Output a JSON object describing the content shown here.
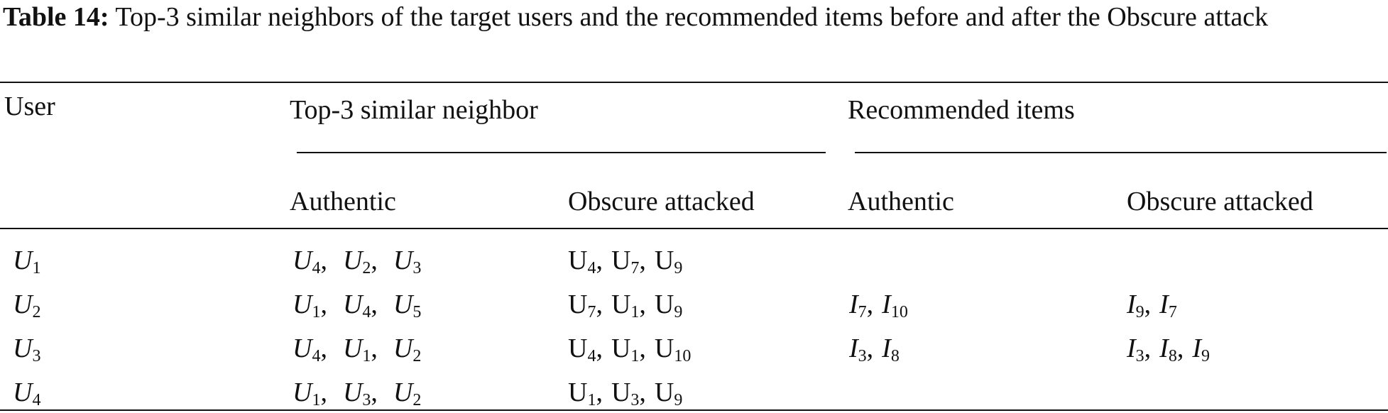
{
  "caption": {
    "label": "Table 14:",
    "text": "Top-3 similar neighbors of the target users and the recommended items before and after the Obscure attack"
  },
  "headers": {
    "user": "User",
    "neighbor_group": "Top-3 similar neighbor",
    "items_group": "Recommended items",
    "authentic_1": "Authentic",
    "obscure_1": "Obscure attacked",
    "authentic_2": "Authentic",
    "obscure_2": "Obscure attacked"
  },
  "rows": [
    {
      "user": {
        "base": "U",
        "sub": "1"
      },
      "authentic_neighbors": [
        {
          "base": "U",
          "sub": "4"
        },
        {
          "base": "U",
          "sub": "2"
        },
        {
          "base": "U",
          "sub": "3"
        }
      ],
      "obscure_neighbors": [
        {
          "base": "U",
          "sub": "4"
        },
        {
          "base": "U",
          "sub": "7"
        },
        {
          "base": "U",
          "sub": "9"
        }
      ],
      "authentic_items": [],
      "obscure_items": []
    },
    {
      "user": {
        "base": "U",
        "sub": "2"
      },
      "authentic_neighbors": [
        {
          "base": "U",
          "sub": "1"
        },
        {
          "base": "U",
          "sub": "4"
        },
        {
          "base": "U",
          "sub": "5"
        }
      ],
      "obscure_neighbors": [
        {
          "base": "U",
          "sub": "7"
        },
        {
          "base": "U",
          "sub": "1"
        },
        {
          "base": "U",
          "sub": "9"
        }
      ],
      "authentic_items": [
        {
          "base": "I",
          "sub": "7"
        },
        {
          "base": "I",
          "sub": "10"
        }
      ],
      "obscure_items": [
        {
          "base": "I",
          "sub": "9"
        },
        {
          "base": "I",
          "sub": "7"
        }
      ]
    },
    {
      "user": {
        "base": "U",
        "sub": "3"
      },
      "authentic_neighbors": [
        {
          "base": "U",
          "sub": "4"
        },
        {
          "base": "U",
          "sub": "1"
        },
        {
          "base": "U",
          "sub": "2"
        }
      ],
      "obscure_neighbors": [
        {
          "base": "U",
          "sub": "4"
        },
        {
          "base": "U",
          "sub": "1"
        },
        {
          "base": "U",
          "sub": "10"
        }
      ],
      "authentic_items": [
        {
          "base": "I",
          "sub": "3"
        },
        {
          "base": "I",
          "sub": "8"
        }
      ],
      "obscure_items": [
        {
          "base": "I",
          "sub": "3"
        },
        {
          "base": "I",
          "sub": "8"
        },
        {
          "base": "I",
          "sub": "9"
        }
      ]
    },
    {
      "user": {
        "base": "U",
        "sub": "4"
      },
      "authentic_neighbors": [
        {
          "base": "U",
          "sub": "1"
        },
        {
          "base": "U",
          "sub": "3"
        },
        {
          "base": "U",
          "sub": "2"
        }
      ],
      "obscure_neighbors": [
        {
          "base": "U",
          "sub": "1"
        },
        {
          "base": "U",
          "sub": "3"
        },
        {
          "base": "U",
          "sub": "9"
        }
      ],
      "authentic_items": [],
      "obscure_items": []
    }
  ]
}
